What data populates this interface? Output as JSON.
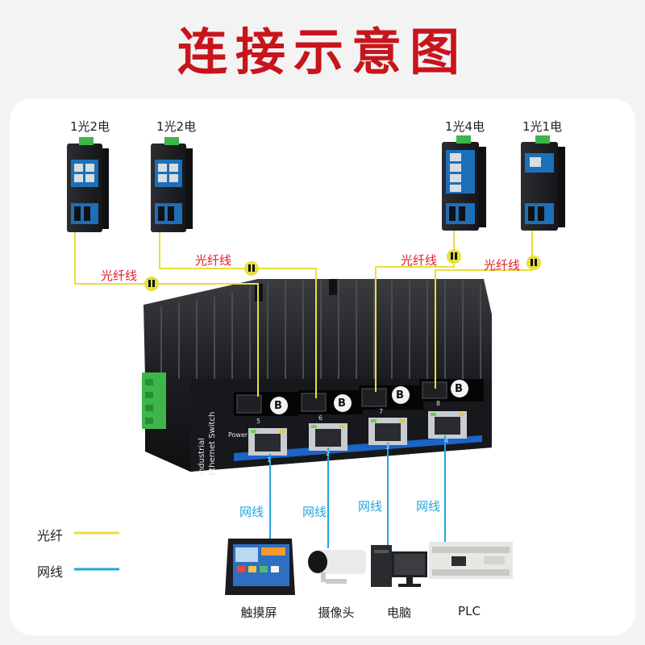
{
  "title": "连接示意图",
  "small_switches": [
    {
      "label": "1光2电"
    },
    {
      "label": "1光2电"
    },
    {
      "label": "1光4电"
    },
    {
      "label": "1光1电"
    }
  ],
  "fiber_labels": [
    "光纤线",
    "光纤线",
    "光纤线",
    "光纤线"
  ],
  "network_labels": [
    "网线",
    "网线",
    "网线",
    "网线"
  ],
  "main_switch": {
    "brand_text_1": "Industrial",
    "brand_text_2": "Ethernet Switch",
    "power_label": "Power",
    "fiber_port_numbers": [
      "5",
      "6",
      "7",
      "8"
    ],
    "rj45_port_numbers": [
      "1",
      "2",
      "3",
      "4"
    ],
    "badge_letter": "B"
  },
  "legend": [
    {
      "label": "光纤",
      "color": "#e8df3c"
    },
    {
      "label": "网线",
      "color": "#1ea6de"
    }
  ],
  "end_devices": [
    {
      "label": "触摸屏"
    },
    {
      "label": "摄像头"
    },
    {
      "label": "电脑"
    },
    {
      "label": "PLC"
    }
  ],
  "colors": {
    "title": "#c8141b",
    "fiber_line": "#e8df3c",
    "network_line": "#1ea6de",
    "fiber_text": "#e0202a"
  }
}
